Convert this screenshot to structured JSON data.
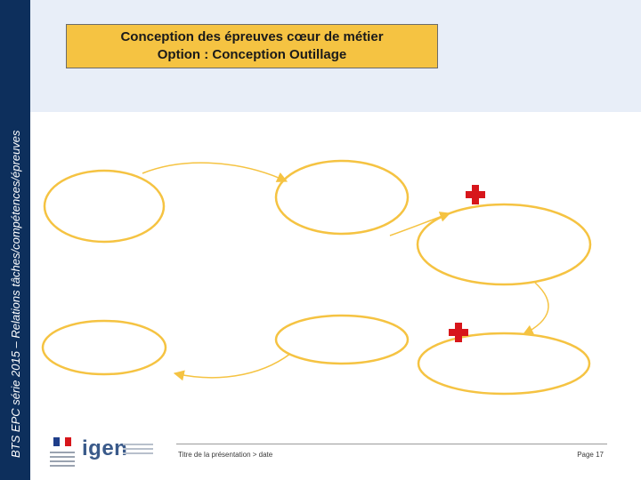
{
  "sidebar": {
    "text": "BTS EPC série 2015 – Relations tâches/compétences/épreuves"
  },
  "header": {
    "title_line1": "Conception des épreuves cœur de métier",
    "title_line2": "Option : Conception Outillage"
  },
  "footer": {
    "brand": "igen",
    "presentation_title": "Titre de la présentation > date",
    "page": "Page 17"
  },
  "colors": {
    "sidebar": "#0d2f5c",
    "title_fill": "#f5c342",
    "ellipse_stroke": "#f5c342",
    "cross": "#d7161b"
  }
}
